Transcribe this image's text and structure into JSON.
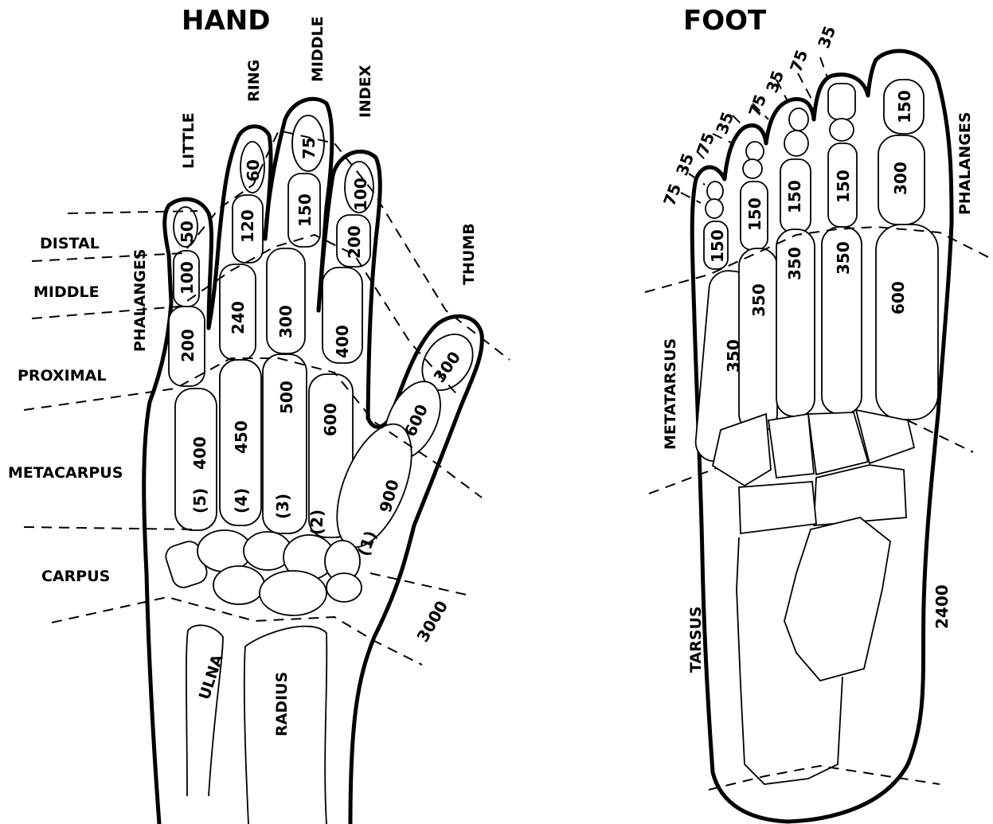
{
  "hand": {
    "title": "HAND",
    "fingers": {
      "little": "LITTLE",
      "ring": "RING",
      "middle": "MIDDLE",
      "index": "INDEX",
      "thumb": "THUMB"
    },
    "side_labels": {
      "distal": "DISTAL",
      "middle": "MIDDLE",
      "phalanges": "PHALANGES",
      "proximal": "PROXIMAL",
      "metacarpus": "METACARPUS",
      "carpus": "CARPUS"
    },
    "forearm": {
      "ulna": "ULNA",
      "radius": "RADIUS"
    },
    "values": {
      "little_distal": "50",
      "little_middle": "100",
      "little_proximal": "200",
      "ring_distal": "60",
      "ring_middle": "120",
      "ring_proximal": "240",
      "middle_distal": "75",
      "middle_middle": "150",
      "middle_proximal": "300",
      "index_distal": "100",
      "index_middle": "200",
      "index_proximal": "400",
      "thumb_distal": "300",
      "thumb_proximal": "600",
      "meta_5": "400",
      "meta_4": "450",
      "meta_3": "500",
      "meta_2": "600",
      "meta_1": "900",
      "carpus": "3000"
    },
    "metacarpal_numbers": [
      "(5)",
      "(4)",
      "(3)",
      "(2)",
      "(1)"
    ]
  },
  "foot": {
    "title": "FOOT",
    "side_labels": {
      "phalanges": "PHALANGES",
      "metatarsus": "METATARSUS",
      "tarsus": "TARSUS"
    },
    "values": {
      "toe5_a": "75",
      "toe5_b": "35",
      "toe5_prox": "150",
      "toe4_a": "75",
      "toe4_b": "35",
      "toe4_prox": "150",
      "toe3_a": "75",
      "toe3_b": "35",
      "toe3_prox": "150",
      "toe2_a": "75",
      "toe2_b": "35",
      "toe2_prox": "150",
      "big_distal": "150",
      "big_proximal": "300",
      "meta_5": "350",
      "meta_4": "350",
      "meta_3": "350",
      "meta_2": "350",
      "meta_1": "600",
      "tarsus": "2400"
    }
  }
}
